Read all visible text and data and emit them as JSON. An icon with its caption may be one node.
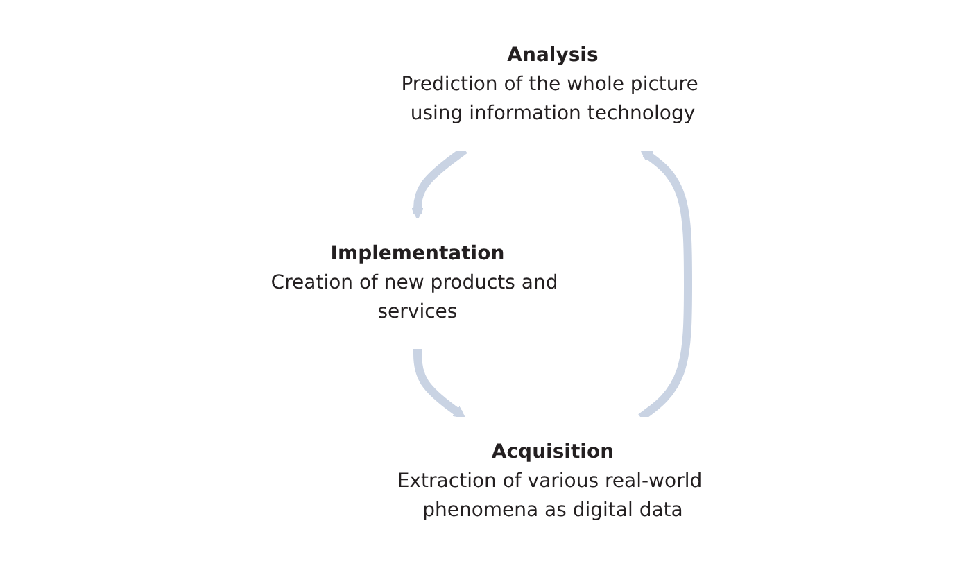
{
  "diagram": {
    "nodes": [
      {
        "text": [
          "Analysis",
          "Prediction of the whole picture using information technology"
        ]
      },
      {
        "text": [
          "Acquisition",
          "Extraction of various real-world phenomena as digital data"
        ]
      },
      {
        "text": [
          "Implementation",
          "Creation of new products and services"
        ]
      }
    ],
    "edges": [
      {
        "from": 1,
        "to": 0,
        "arrow": "to"
      },
      {
        "from": 0,
        "to": 2,
        "arrow": "to"
      },
      {
        "from": 2,
        "to": 1,
        "arrow": "to"
      }
    ]
  }
}
